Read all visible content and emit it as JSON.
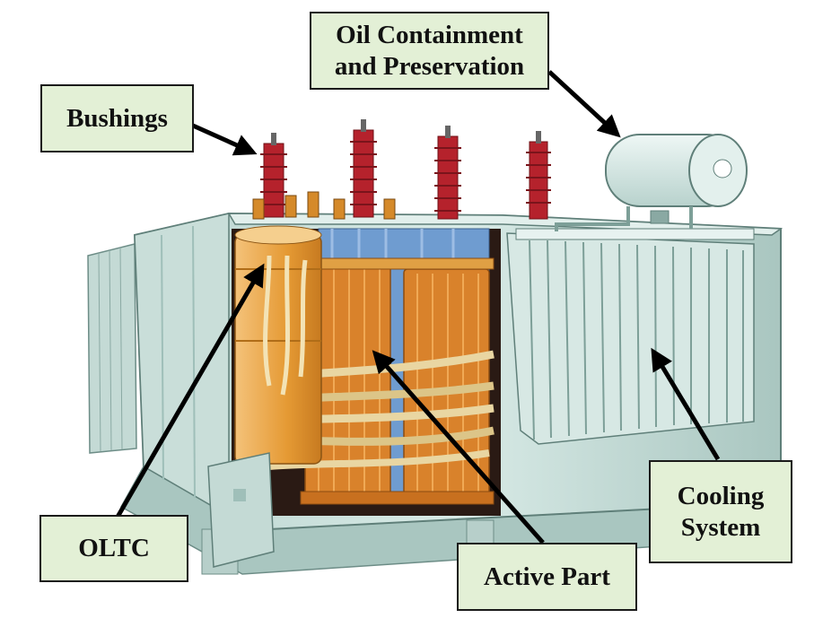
{
  "labels": {
    "oil": [
      "Oil Containment",
      "and Preservation"
    ],
    "bushings": [
      "Bushings"
    ],
    "oltc": [
      "OLTC"
    ],
    "active": [
      "Active Part"
    ],
    "cooling": [
      "Cooling",
      "System"
    ]
  },
  "colors": {
    "label_fill": "#e3f0d6",
    "tank": "#cfe3df",
    "tank_dark": "#9fbfb9",
    "bushing": "#b5222c",
    "oltc": "#e8a13c",
    "winding": "#d9822b",
    "core": "#6f9cd0",
    "leads": "#e9d6a2",
    "arrow": "#000000"
  }
}
